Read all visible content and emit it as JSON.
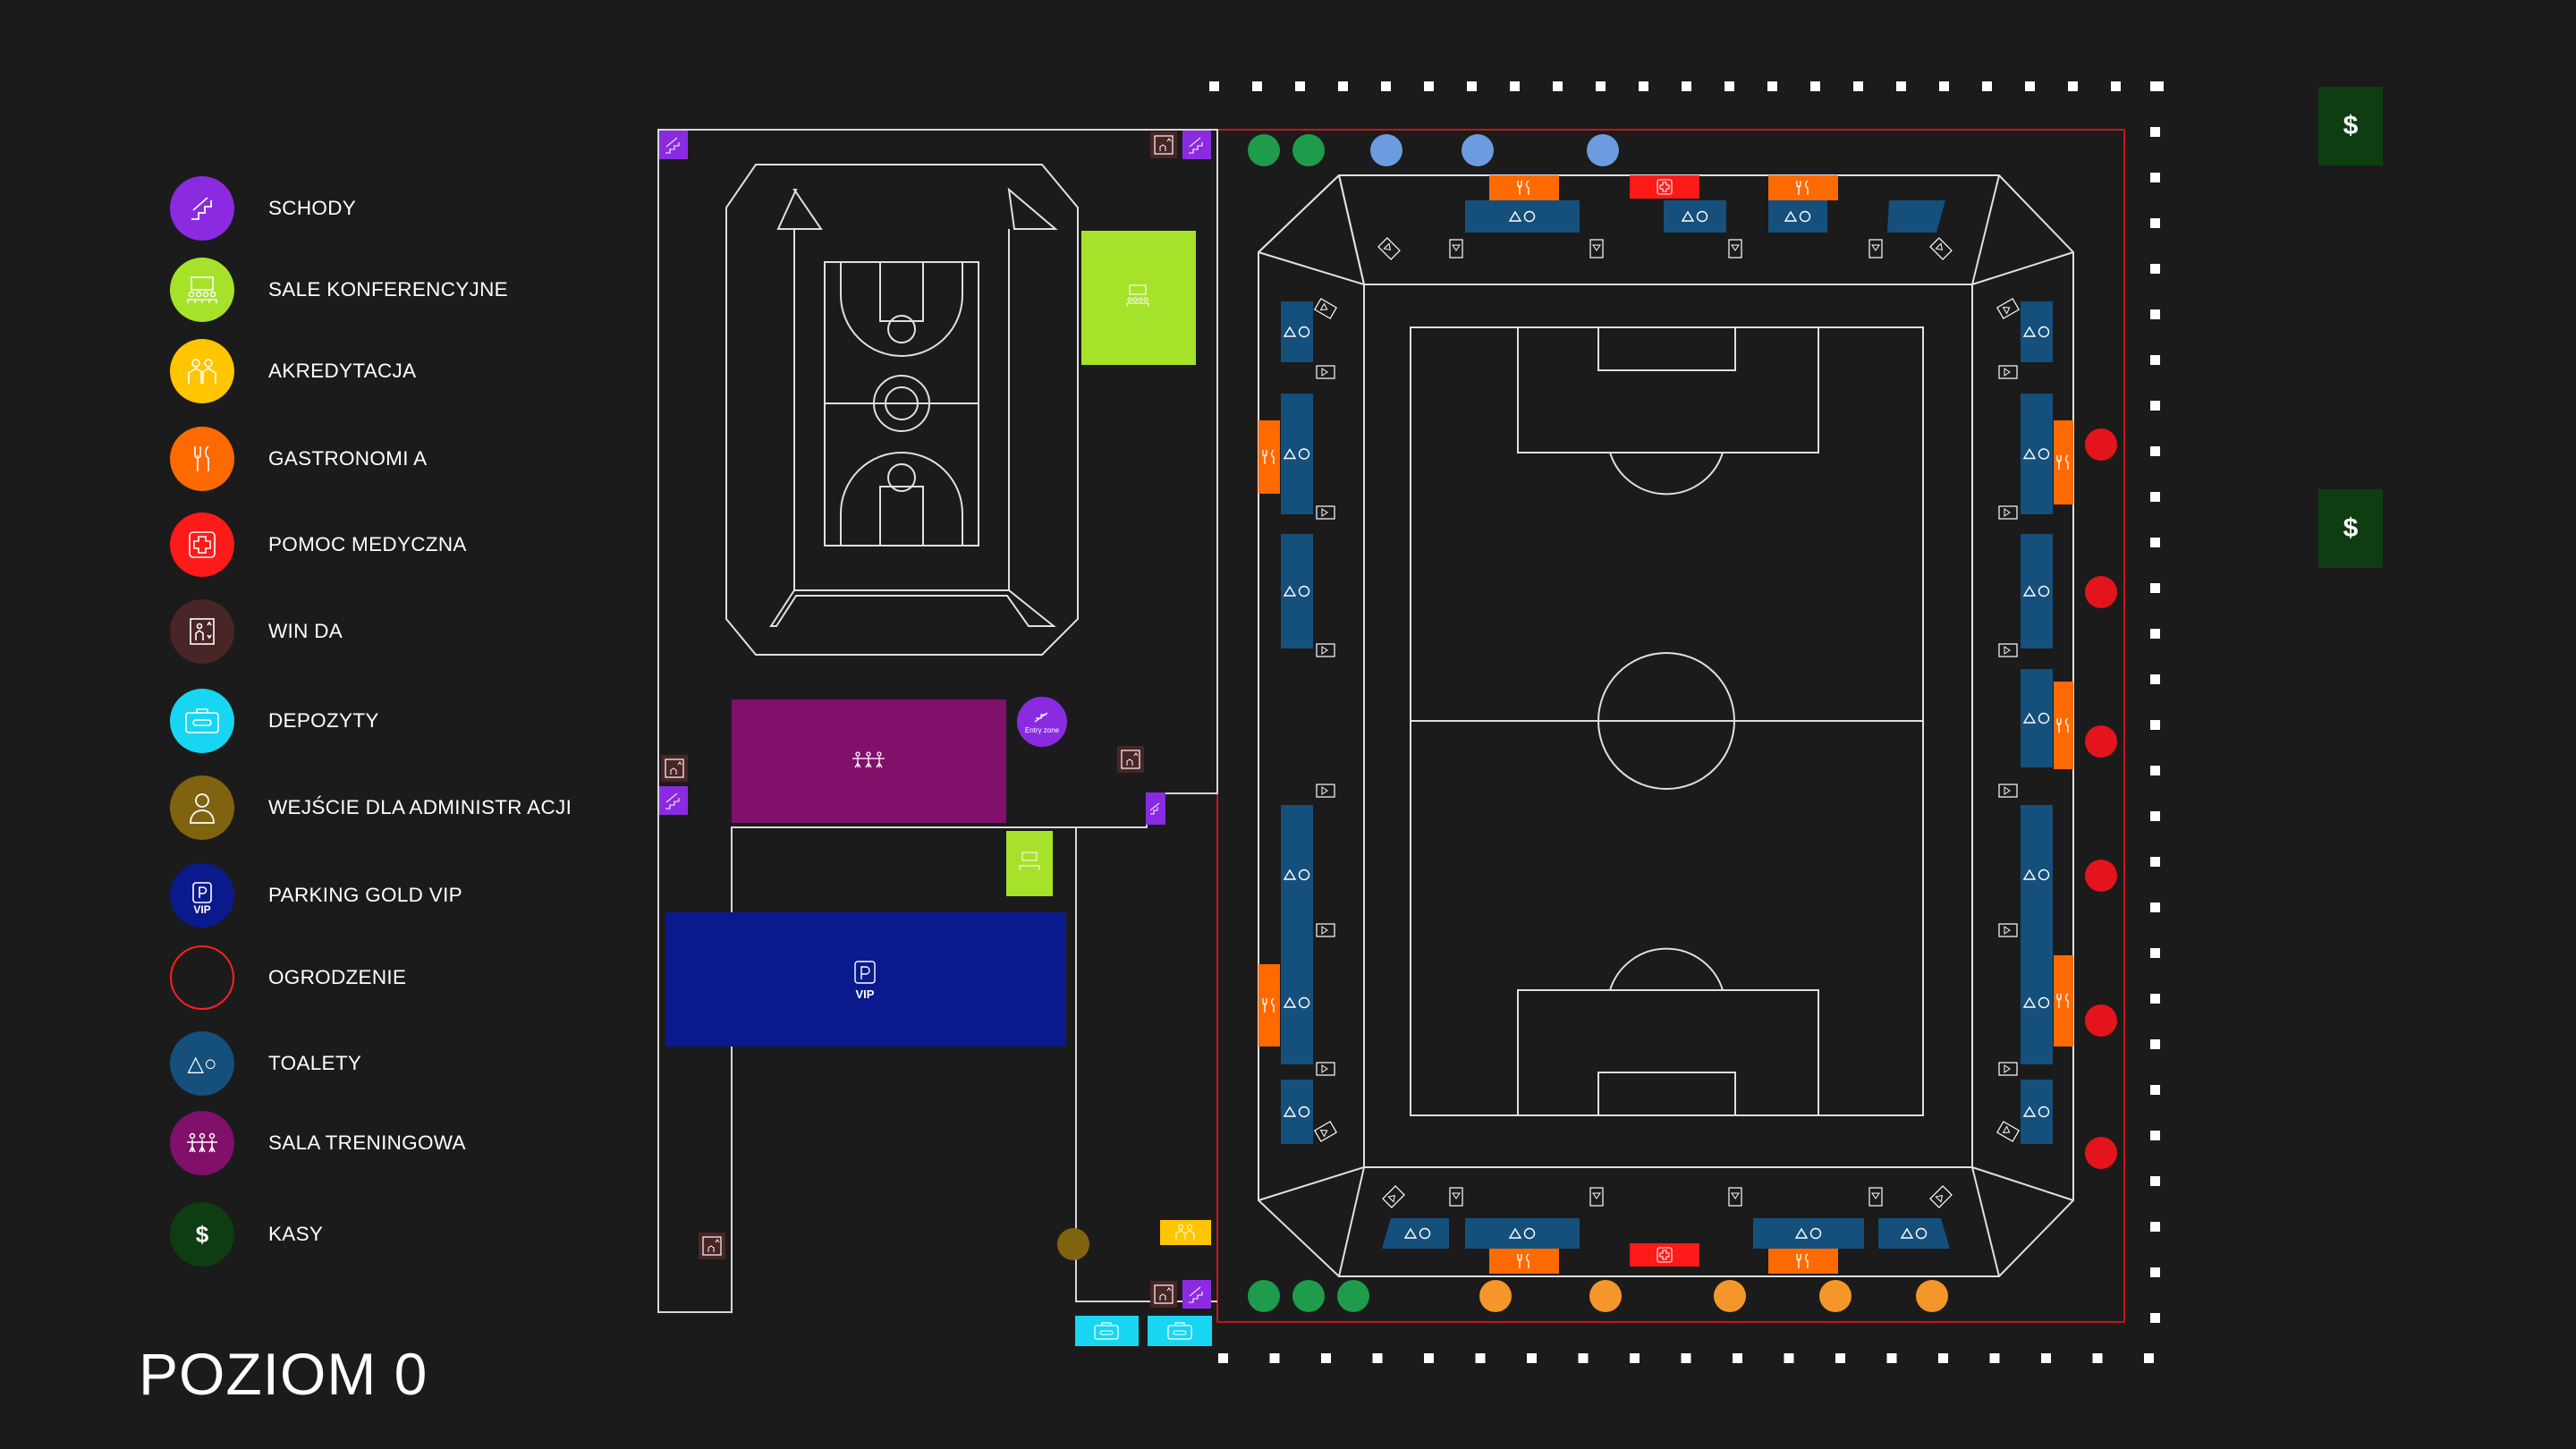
{
  "title": "POZIOM 0",
  "legend": [
    {
      "label": "SCHODY",
      "color": "#8a2be2",
      "icon": "stairs-icon"
    },
    {
      "label": "SALE KONFERENCYJNE",
      "color": "#a7e22a",
      "icon": "conference-icon"
    },
    {
      "label": "AKREDYTACJA",
      "color": "#ffc600",
      "icon": "accreditation-icon"
    },
    {
      "label": "GASTRONOMI A",
      "color": "#ff6a00",
      "icon": "cutlery-icon"
    },
    {
      "label": "POMOC MEDYCZNA",
      "color": "#ff1a1a",
      "icon": "medical-cross-icon"
    },
    {
      "label": "WIN DA",
      "color": "#4a2525",
      "icon": "elevator-icon"
    },
    {
      "label": "DEPOZYTY",
      "color": "#18d6f2",
      "icon": "locker-icon"
    },
    {
      "label": "WEJŚCIE DLA ADMINISTR ACJI",
      "color": "#80630e",
      "icon": "admin-person-icon"
    },
    {
      "label": "PARKING GOLD VIP",
      "color": "#0a1a8c",
      "icon": "parking-vip-icon",
      "badge": "VIP"
    },
    {
      "label": "OGRODZENIE",
      "color": "#ff2020",
      "icon": "fence-ring-icon"
    },
    {
      "label": "TOALETY",
      "color": "#154f7c",
      "icon": "toilet-icon",
      "glyph": "△○"
    },
    {
      "label": "SALA TRENINGOWA",
      "color": "#80106a",
      "icon": "training-icon"
    },
    {
      "label": "KASY",
      "color": "#0f3d12",
      "icon": "cash-icon",
      "glyph": "$"
    }
  ],
  "map": {
    "vip_parking_label": "VIP",
    "entry_zone_label": "Entry zone",
    "kasy_symbol": "$",
    "toilet_glyph": "△○"
  }
}
